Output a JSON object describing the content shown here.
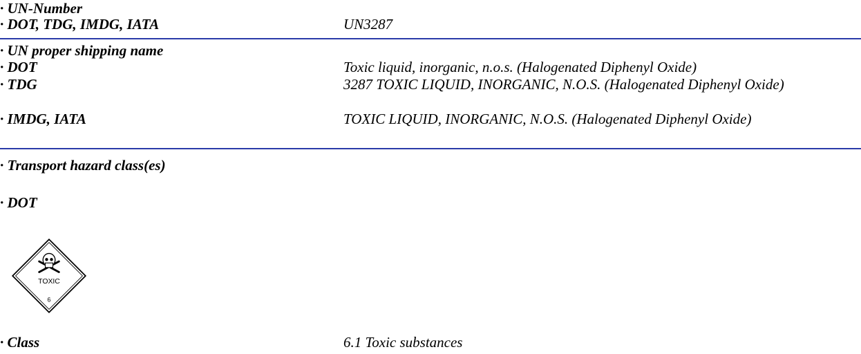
{
  "sections": {
    "un_number": {
      "heading": "· UN-Number",
      "label": "· DOT, TDG, IMDG, IATA",
      "value": "UN3287"
    },
    "shipping_name": {
      "heading": "· UN proper shipping name",
      "dot_label": "· DOT",
      "dot_value": "Toxic liquid, inorganic, n.o.s. (Halogenated Diphenyl Oxide)",
      "tdg_label": "· TDG",
      "tdg_value": "3287 TOXIC LIQUID, INORGANIC, N.O.S. (Halogenated Diphenyl Oxide)",
      "imdg_label": "· IMDG, IATA",
      "imdg_value": "TOXIC LIQUID, INORGANIC, N.O.S. (Halogenated Diphenyl Oxide)"
    },
    "hazard_class": {
      "heading": "· Transport hazard class(es)",
      "dot_label": "· DOT",
      "placard_text": "TOXIC",
      "placard_number": "6",
      "class_label": "· Class",
      "class_value": "6.1 Toxic substances"
    }
  },
  "colors": {
    "rule": "#2a3aa8"
  }
}
